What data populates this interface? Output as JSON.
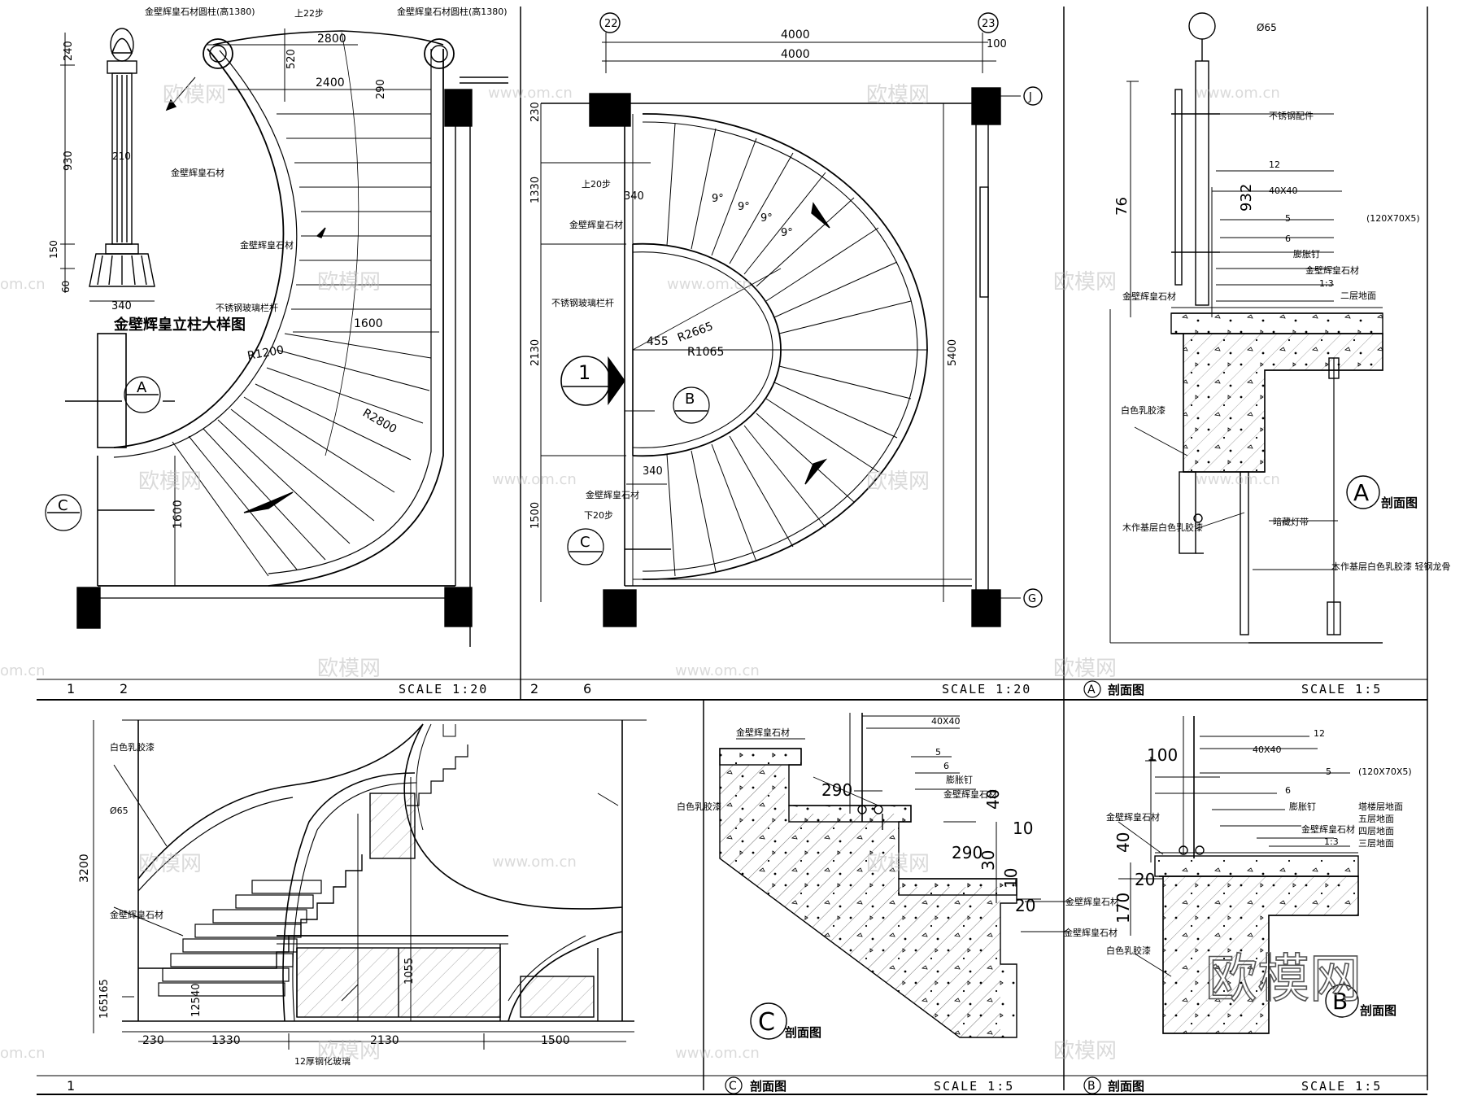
{
  "sheet": {
    "panel1": {
      "column_title": "金壁辉皇立柱大样图",
      "note_column_left": "金壁辉皇石材圆柱(高1380)",
      "note_column_right": "金壁辉皇石材圆柱(高1380)",
      "note_up": "上22步",
      "note_stone": "金壁辉皇石材",
      "note_stone2": "金壁辉皇石材",
      "note_rail": "不锈钢玻璃栏杆",
      "dims": [
        "240",
        "930",
        "150",
        "60",
        "340",
        "210",
        "2800",
        "2400",
        "520",
        "290",
        "1600",
        "R1200",
        "R2800",
        "1600"
      ],
      "tag_a": "A",
      "tag_c": "C",
      "footer_num1": "1",
      "footer_num2": "2",
      "scale": "SCALE  1:20"
    },
    "panel2": {
      "grid_22": "22",
      "grid_23": "23",
      "grid_j": "J",
      "grid_g": "G",
      "dims_top": [
        "4000",
        "4000",
        "100"
      ],
      "dims_left": [
        "230",
        "1330",
        "2130",
        "1500"
      ],
      "dim_right": "5400",
      "note_up": "上20步",
      "note_down": "下20步",
      "note_stone": "金壁辉皇石材",
      "note_stone2": "金壁辉皇石材",
      "note_rail": "不锈钢玻璃栏杆",
      "dim_340a": "340",
      "dim_340b": "340",
      "dim_455": "455",
      "r_2665": "R2665",
      "r_1065": "R1065",
      "angles": [
        "9°",
        "9°",
        "9°",
        "9°"
      ],
      "tag_1": "1",
      "tag_b": "B",
      "tag_c": "C",
      "footer_num1": "2",
      "footer_num2": "6",
      "scale": "SCALE  1:20"
    },
    "panel3": {
      "dia": "Ø65",
      "labels": [
        "不锈钢配件",
        "12",
        "40X40",
        "5",
        "6",
        "膨胀钉",
        "金壁辉皇石材",
        "1:3",
        "二层地面",
        "白色乳胶漆",
        "暗藏灯带",
        "木作基层白色乳胶漆",
        "木作基层白色乳胶漆 轻钢龙骨"
      ],
      "dim_76": "76",
      "dim_932": "932",
      "label_5_size": "(120X70X5)",
      "title_letter": "A",
      "title_text": "剖面图",
      "footer_tag": "A",
      "footer_text": "剖面图",
      "scale": "SCALE  1:5"
    },
    "panel4": {
      "labels": [
        "白色乳胶漆",
        "Ø65",
        "金壁辉皇石材",
        "白色乳胶漆",
        "12厚钢化玻璃"
      ],
      "dims_h": [
        "230",
        "1330",
        "2130",
        "1500"
      ],
      "dims_v": [
        "3200",
        "165",
        "165",
        "125",
        "40",
        "1055"
      ],
      "footer_num": "1"
    },
    "panel5": {
      "labels": [
        "金壁辉皇石材",
        "40X40",
        "5",
        "6",
        "膨胀钉",
        "金壁辉皇石材",
        "金壁辉皇石材",
        "金壁辉皇石材"
      ],
      "dims": [
        "290",
        "40",
        "10",
        "290",
        "30",
        "10",
        "20"
      ],
      "title_letter": "C",
      "title_text": "剖面图",
      "footer_tag": "C",
      "footer_text": "剖面图",
      "scale": "SCALE  1:5"
    },
    "panel6": {
      "labels": [
        "12",
        "40X40",
        "5",
        "(120X70X5)",
        "6",
        "膨胀钉",
        "金壁辉皇石材",
        "金壁辉皇石材",
        "1:3",
        "白色乳胶漆",
        "塔楼层地面",
        "五层地面",
        "四层地面",
        "三层地面"
      ],
      "dims": [
        "100",
        "40",
        "20",
        "170"
      ],
      "title_letter": "B",
      "title_text": "剖面图",
      "footer_tag": "B",
      "footer_text": "剖面图",
      "scale": "SCALE  1:5"
    },
    "watermark_cn": "欧模网",
    "watermark_url": "www.om.cn",
    "watermark_url_short": "om.cn",
    "watermark_big": "欧模网"
  }
}
